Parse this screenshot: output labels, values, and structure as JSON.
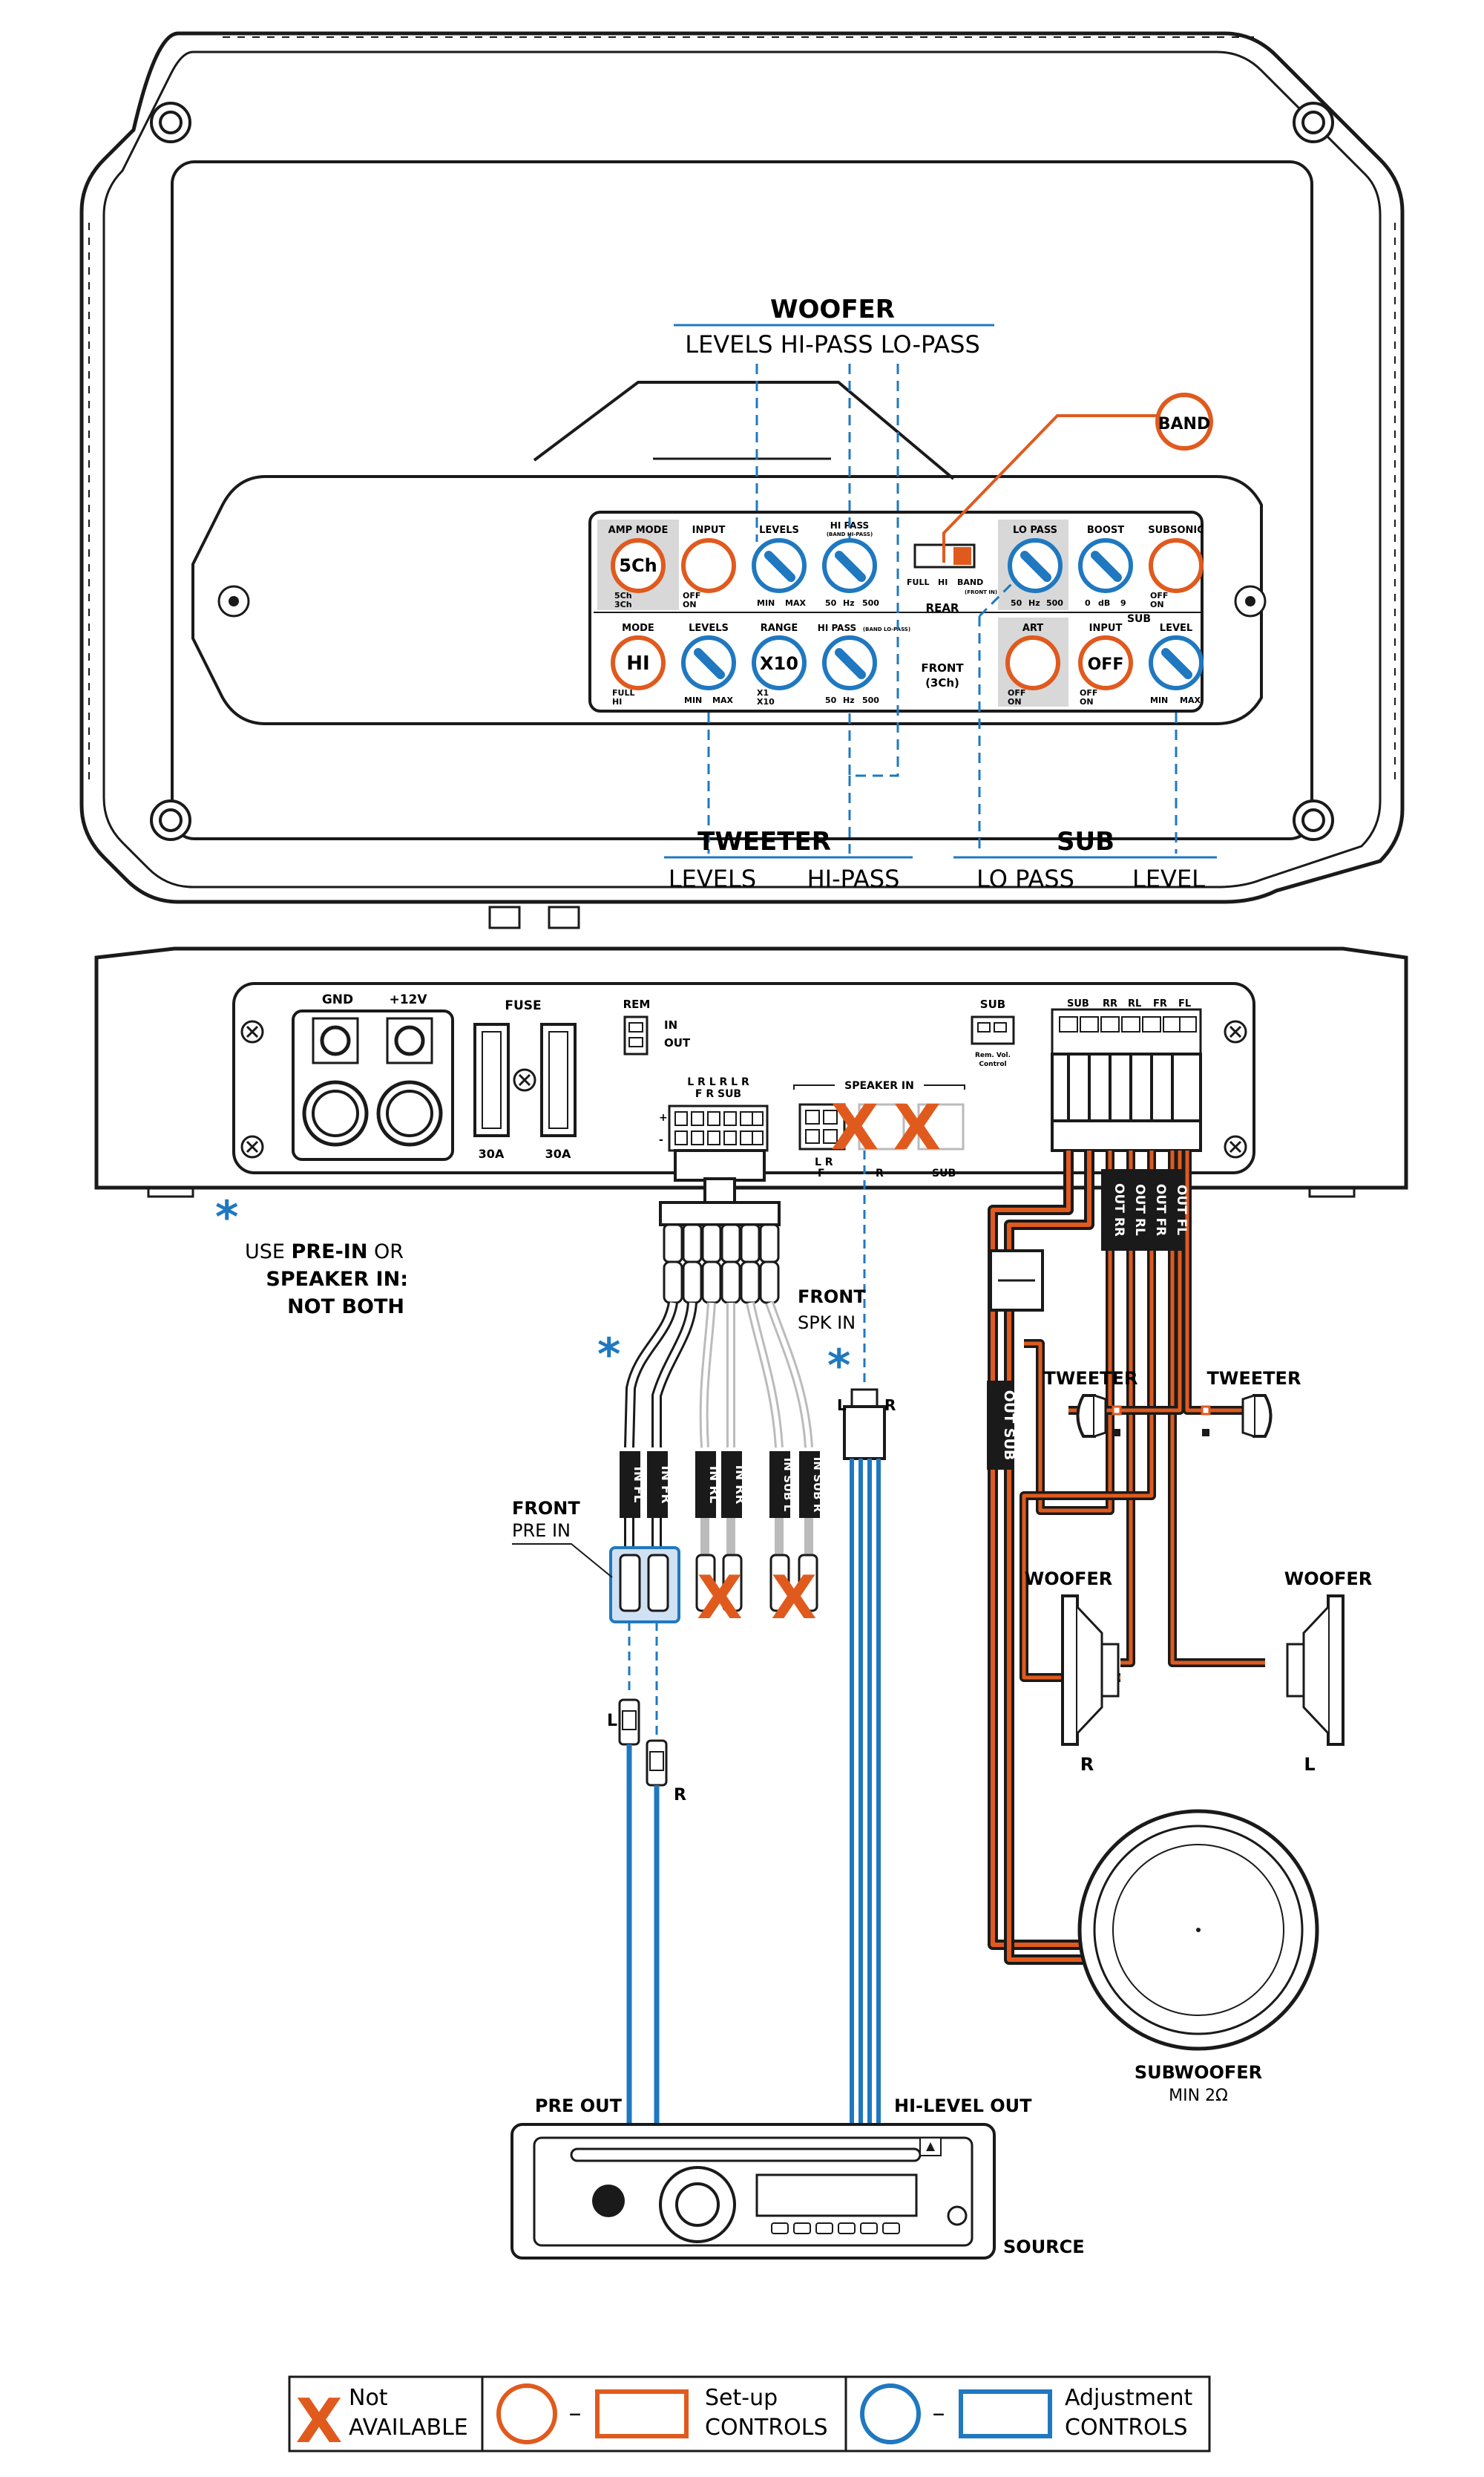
{
  "colors": {
    "orange": "#E05A1E",
    "blue": "#1F78C0",
    "black": "#1A1A1A",
    "grey": "#D8D8D8"
  },
  "top_labels": {
    "woofer": "WOOFER",
    "woofer_controls": "LEVELS HI-PASS LO-PASS",
    "tweeter": "TWEETER",
    "tweeter_levels": "LEVELS",
    "tweeter_hipass": "HI-PASS",
    "sub": "SUB",
    "sub_lopass": "LO PASS",
    "sub_level": "LEVEL",
    "band_badge": "BAND"
  },
  "panel": {
    "amp_mode": {
      "title": "AMP MODE",
      "value": "5Ch",
      "opt1": "5Ch",
      "opt2": "3Ch"
    },
    "input": {
      "title": "INPUT",
      "opt1": "OFF",
      "opt2": "ON"
    },
    "levels_top": {
      "title": "LEVELS",
      "min": "MIN",
      "max": "MAX"
    },
    "hipass_top": {
      "title": "HI PASS",
      "sub": "(BAND HI-PASS)",
      "s1": "50",
      "s2": "Hz",
      "s3": "500"
    },
    "switch": {
      "full": "FULL",
      "hi": "HI",
      "band": "BAND",
      "band_sub": "(FRONT IN)",
      "rear": "REAR"
    },
    "lopass": {
      "title": "LO PASS",
      "s1": "50",
      "s2": "Hz",
      "s3": "500"
    },
    "boost": {
      "title": "BOOST",
      "s1": "0",
      "s2": "dB",
      "s3": "9"
    },
    "subsonic": {
      "title": "SUBSONIC",
      "opt1": "OFF",
      "opt2": "ON"
    },
    "sub_label": "SUB",
    "mode": {
      "title": "MODE",
      "value": "HI",
      "opt1": "FULL",
      "opt2": "HI"
    },
    "levels_bot": {
      "title": "LEVELS",
      "min": "MIN",
      "max": "MAX"
    },
    "range": {
      "title": "RANGE",
      "value": "X10",
      "opt1": "X1",
      "opt2": "X10"
    },
    "hipass_bot": {
      "title": "HI PASS",
      "sub": "(BAND LO-PASS)",
      "s1": "50",
      "s2": "Hz",
      "s3": "500"
    },
    "front": {
      "l1": "FRONT",
      "l2": "(3Ch)"
    },
    "art": {
      "title": "ART",
      "opt1": "OFF",
      "opt2": "ON"
    },
    "input_sub": {
      "title": "INPUT",
      "value": "OFF",
      "opt1": "OFF",
      "opt2": "ON"
    },
    "level_sub": {
      "title": "LEVEL",
      "min": "MIN",
      "max": "MAX"
    }
  },
  "side_panel": {
    "gnd": "GND",
    "v12": "+12V",
    "fuse": "FUSE",
    "fuse_a1": "30A",
    "fuse_a2": "30A",
    "rem": "REM",
    "rem_in": "IN",
    "rem_out": "OUT",
    "sub": "SUB",
    "sub_rem": "Rem. Vol.",
    "sub_ctrl": "Control",
    "pre_lr": "L R  L R  L R",
    "pre_fr": "F      R    SUB",
    "speaker_in": "SPEAKER IN",
    "spk_lr": "L  R",
    "spk_f": "F",
    "spk_r": "R",
    "spk_sub": "SUB",
    "outputs": [
      "SUB",
      "RR",
      "RL",
      "FR",
      "FL"
    ]
  },
  "notes": {
    "asterisk": "*",
    "use_prein_1": "USE ",
    "use_prein_2": "PRE-IN",
    "use_prein_3": " OR",
    "speaker_in": "SPEAKER IN:",
    "not_both": "NOT BOTH",
    "front_spk1": "FRONT",
    "front_spk2": "SPK IN",
    "front_pre1": "FRONT",
    "front_pre2": "PRE IN"
  },
  "wire_tags": {
    "in": [
      "IN FL",
      "IN FR",
      "IN RL",
      "IN RR",
      "IN SUB L",
      "IN SUB R"
    ],
    "out": [
      "OUT RR",
      "OUT RL",
      "OUT FR",
      "OUT FL"
    ],
    "out_sub": "OUT SUB"
  },
  "plugs": {
    "l": "L",
    "r": "R",
    "rca_l": "L",
    "rca_r": "R"
  },
  "speakers": {
    "tweeter1": "TWEETER",
    "tweeter2": "TWEETER",
    "woofer1": "WOOFER",
    "woofer2": "WOOFER",
    "woofer1_side": "R",
    "woofer2_side": "L",
    "subwoofer": "SUBWOOFER",
    "sub_min": "MIN 2Ω"
  },
  "source": {
    "pre_out": "PRE OUT",
    "hi_level": "HI-LEVEL OUT",
    "name": "SOURCE"
  },
  "legend": {
    "x": "X",
    "not1": "Not",
    "not2": "AVAILABLE",
    "setup1": "Set-up",
    "setup2": "CONTROLS",
    "adj1": "Adjustment",
    "adj2": "CONTROLS",
    "dash": "–"
  }
}
